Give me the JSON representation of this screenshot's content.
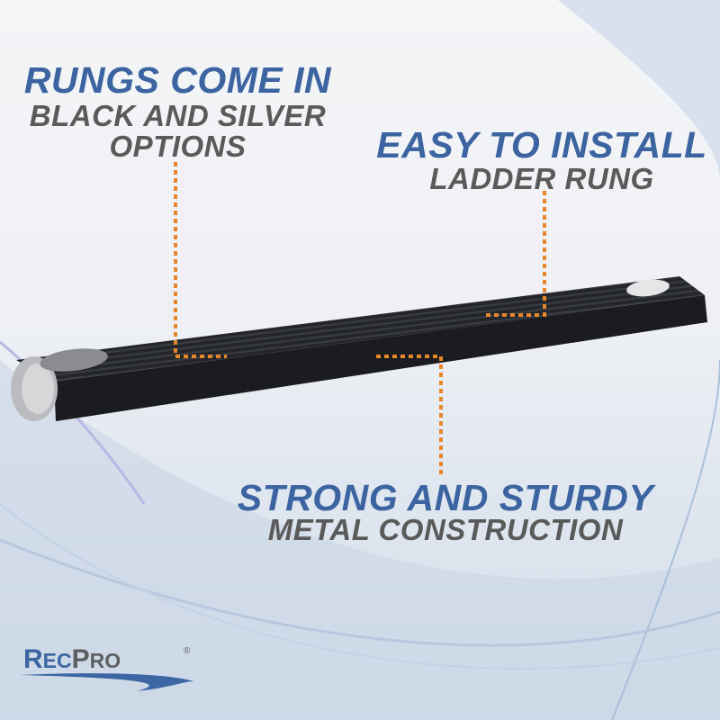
{
  "callouts": [
    {
      "title": "RUNGS COME IN",
      "lines": [
        "BLACK AND SILVER",
        "OPTIONS"
      ]
    },
    {
      "title": "EASY TO INSTALL",
      "lines": [
        "LADDER RUNG"
      ]
    },
    {
      "title": "STRONG AND STURDY",
      "lines": [
        "METAL CONSTRUCTION"
      ]
    }
  ],
  "logo": {
    "text": "RecPro",
    "mark": "®"
  },
  "colors": {
    "title_blue": "#3b64a0",
    "subtitle_gray": "#5a5a5a",
    "dotted_line_orange": "#e8872a",
    "rung_black": "#1e1f22",
    "logo_blue": "#3c66a3",
    "logo_gray": "#5d5f62"
  }
}
